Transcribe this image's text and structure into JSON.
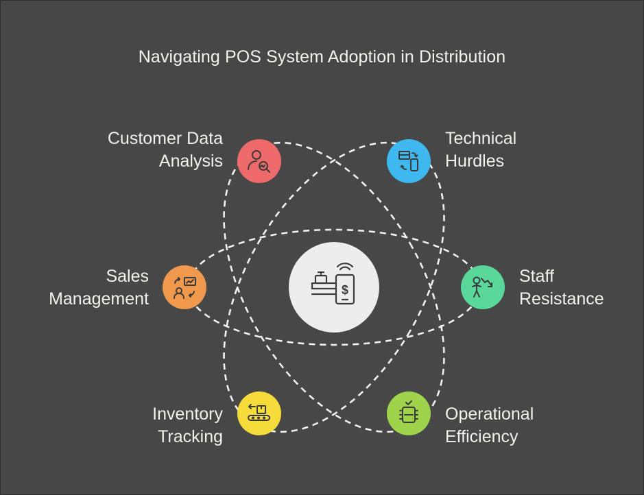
{
  "title": "Navigating POS System Adoption in Distribution",
  "center": {
    "icon": "pos-terminal-and-mobile-payment-icon",
    "color": "#ededed"
  },
  "nodes": [
    {
      "key": "customer",
      "line1": "Customer Data",
      "line2": "Analysis",
      "color": "#ef6b6b",
      "icon": "customer-search-analytics-icon"
    },
    {
      "key": "technical",
      "line1": "Technical",
      "line2": "Hurdles",
      "color": "#3fb8f0",
      "icon": "devices-sync-icon"
    },
    {
      "key": "sales",
      "line1": "Sales",
      "line2": "Management",
      "color": "#f0994d",
      "icon": "sales-chart-person-icon"
    },
    {
      "key": "staff",
      "line1": "Staff",
      "line2": "Resistance",
      "color": "#5ad89a",
      "icon": "person-declining-arrow-icon"
    },
    {
      "key": "inventory",
      "line1": "Inventory",
      "line2": "Tracking",
      "color": "#f5dc3a",
      "icon": "conveyor-box-icon"
    },
    {
      "key": "operational",
      "line1": "Operational",
      "line2": "Efficiency",
      "color": "#9ed34b",
      "icon": "gear-efficiency-icon"
    }
  ]
}
